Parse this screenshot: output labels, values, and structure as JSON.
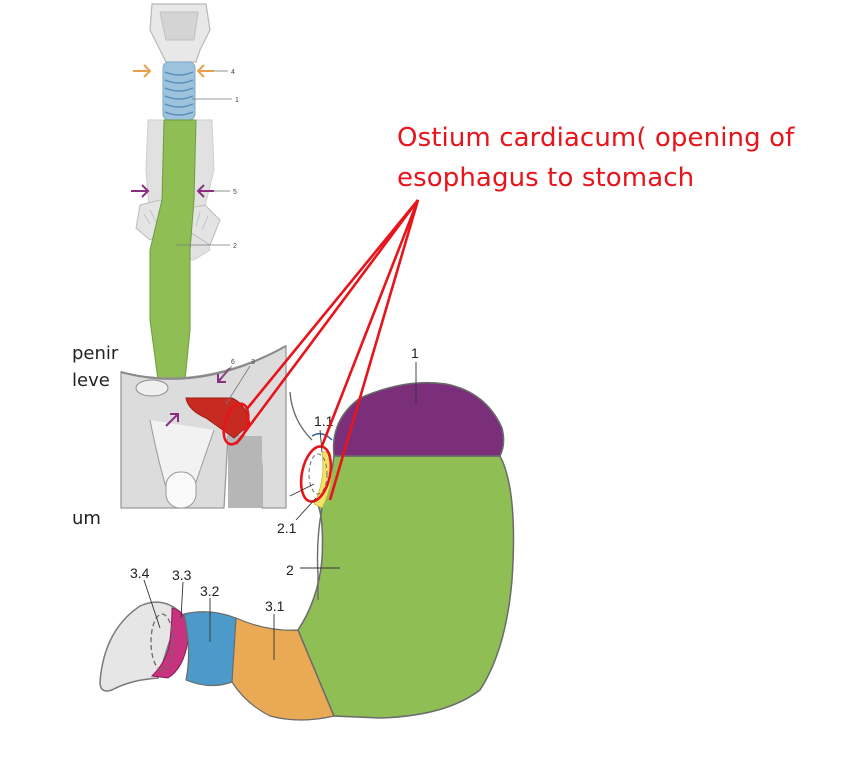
{
  "callout": {
    "line1": "Ostium cardiacum( opening of",
    "line2": "esophagus to stomach",
    "color": "#e8141b"
  },
  "fragments": {
    "left_text_1": "penir",
    "left_text_2": "leve",
    "left_text_3": "um"
  },
  "esophagus_labels": {
    "l1": "1",
    "l2": "2",
    "l3": "3",
    "l4": "4",
    "l5": "5",
    "l6": "6"
  },
  "stomach_labels": {
    "fundus": "1",
    "fundus_sub": "1.1",
    "body": "2",
    "cardia": "2.1",
    "antrum": "3.1",
    "canal": "3.2",
    "pylorus": "3.3",
    "pyloric_opening": "3.4"
  },
  "colors": {
    "esophagus_green": "#8fbe55",
    "fundus_purple": "#7b2f7b",
    "body_green": "#8fbe55",
    "antrum_orange": "#e9a955",
    "canal_blue": "#4b9ac9",
    "pylorus_magenta": "#c7337f",
    "cardia_yellow": "#f3e36a",
    "annotation_red": "#e8141b",
    "arrow_orange": "#e8a04a",
    "arrow_purple": "#8a2f80"
  }
}
